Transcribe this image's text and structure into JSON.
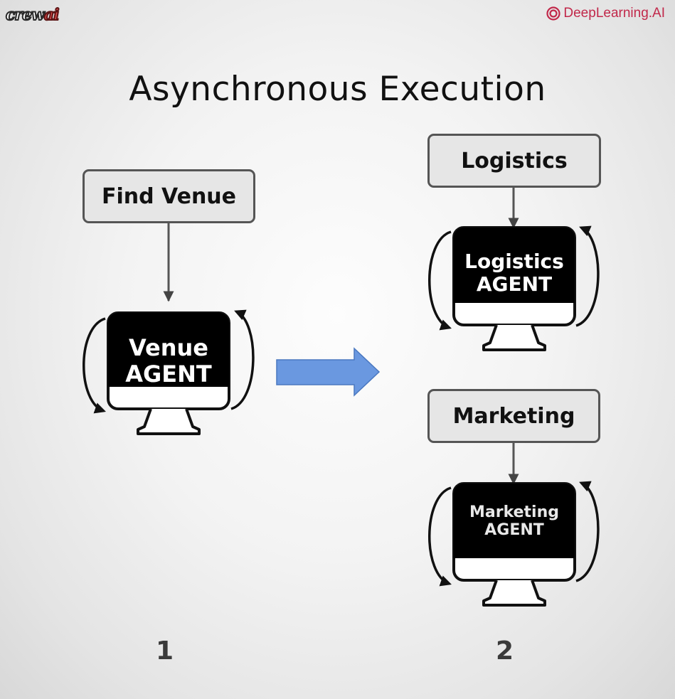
{
  "brand": {
    "crew_prefix": "crew",
    "crew_ai": "ai",
    "deeplearning": "DeepLearning.AI"
  },
  "title": "Asynchronous Execution",
  "step1": {
    "number": "1",
    "task": "Find Venue",
    "agent_line1": "Venue",
    "agent_line2": "AGENT"
  },
  "step2": {
    "number": "2",
    "logistics_task": "Logistics",
    "logistics_agent_line1": "Logistics",
    "logistics_agent_line2": "AGENT",
    "marketing_task": "Marketing",
    "marketing_agent_line1": "Marketing",
    "marketing_agent_line2": "AGENT"
  },
  "colors": {
    "arrow_fill": "#6a98e0",
    "arrow_stroke": "#4a78c0",
    "brand_red": "#c1284a"
  }
}
